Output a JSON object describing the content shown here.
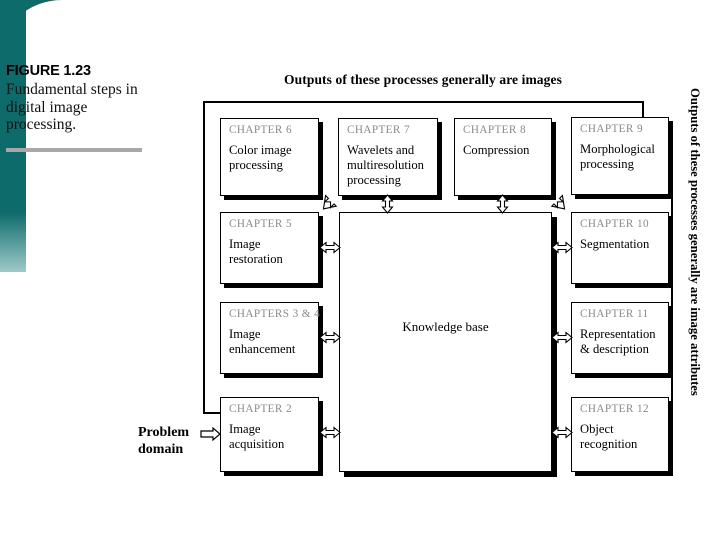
{
  "figure": {
    "label": "FIGURE 1.23",
    "caption": "Fundamental steps in digital image processing."
  },
  "headings": {
    "top": "Outputs of these processes generally are images",
    "right": "Outputs of these processes generally are image attributes"
  },
  "problem_domain": {
    "line1": "Problem",
    "line2": "domain"
  },
  "center": {
    "label": "Knowledge base"
  },
  "boxes": {
    "top_row": [
      {
        "chapter": "CHAPTER 6",
        "title": "Color image processing"
      },
      {
        "chapter": "CHAPTER 7",
        "title": "Wavelets and multiresolution processing"
      },
      {
        "chapter": "CHAPTER 8",
        "title": "Compression"
      },
      {
        "chapter": "CHAPTER 9",
        "title": "Morphological processing"
      }
    ],
    "left_column": [
      {
        "chapter": "CHAPTER 5",
        "title": "Image restoration"
      },
      {
        "chapter": "CHAPTERS 3 & 4",
        "title": "Image enhancement"
      },
      {
        "chapter": "CHAPTER 2",
        "title": "Image acquisition"
      }
    ],
    "right_column": [
      {
        "chapter": "CHAPTER 10",
        "title": "Segmentation"
      },
      {
        "chapter": "CHAPTER 11",
        "title": "Representation & description"
      },
      {
        "chapter": "CHAPTER 12",
        "title": "Object recognition"
      }
    ]
  },
  "colors": {
    "accent_teal": "#0d6b6b",
    "accent_teal_light": "#9fc9c9",
    "rule_gray": "#a8a8a8",
    "chapter_gray": "#8a8a8a",
    "ink": "#000000"
  }
}
